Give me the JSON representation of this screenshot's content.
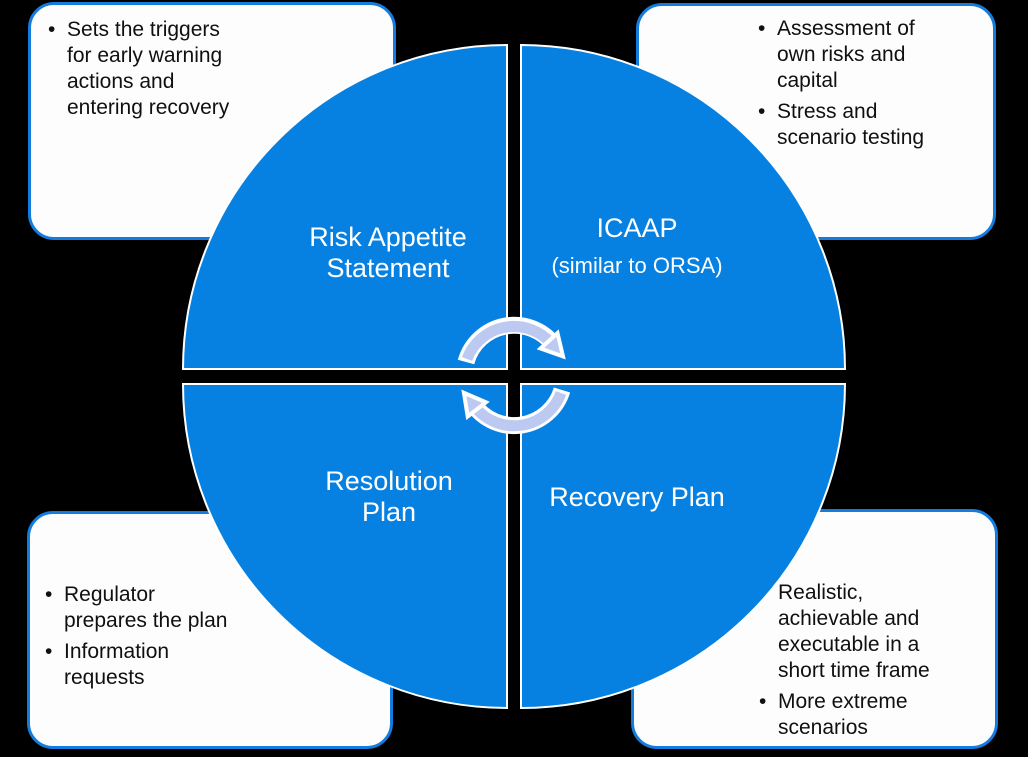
{
  "colors": {
    "background": "#000000",
    "circle_blue": "#0781e1",
    "box_border_blue": "#137cde",
    "box_fill": "#fdfdfd",
    "arrow_fill": "#bcc9f0",
    "arrow_outline": "#ffffff",
    "quadrant_text": "#ffffff",
    "callout_text": "#101010"
  },
  "quadrants": {
    "top_left": {
      "line1": "Risk Appetite",
      "line2": "Statement"
    },
    "top_right": {
      "title": "ICAAP",
      "subtitle": "(similar to ORSA)"
    },
    "bottom_left": {
      "line1": "Resolution",
      "line2": "Plan"
    },
    "bottom_right": {
      "label": "Recovery Plan"
    }
  },
  "callouts": {
    "top_left": {
      "bullets": [
        "Sets the triggers for early warning actions and entering recovery"
      ]
    },
    "top_right": {
      "bullets": [
        "Assessment of own risks and capital",
        "Stress and scenario testing"
      ]
    },
    "bottom_left": {
      "bullets": [
        "Regulator prepares the plan",
        "Information requests"
      ]
    },
    "bottom_right": {
      "bullets": [
        "Realistic, achievable and executable in a short time frame",
        "More extreme scenarios"
      ]
    }
  },
  "center_icon": "cycle-arrows"
}
